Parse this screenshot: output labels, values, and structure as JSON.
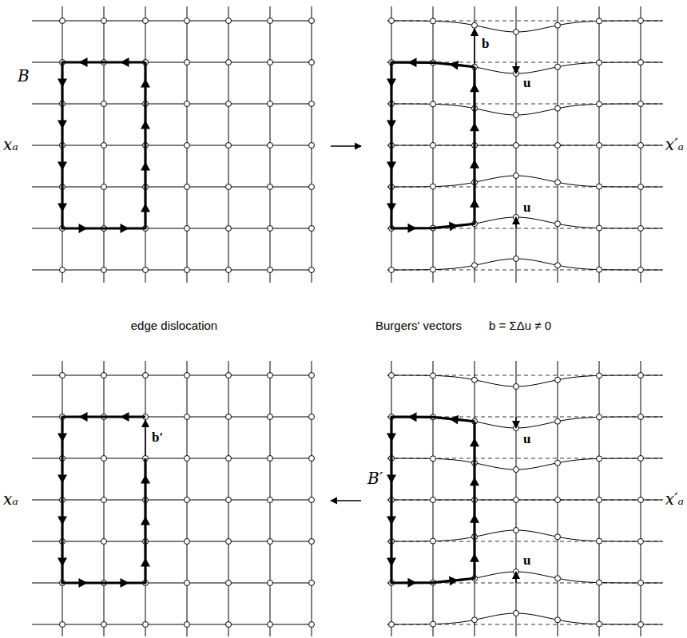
{
  "diagram": {
    "labels": [
      "B",
      "xₐ",
      "x′ₐ",
      "b",
      "u",
      "u",
      "edge dislocation",
      "Burgers' vectors",
      "b = ΣΔu ≠ 0",
      "xₐ",
      "B′",
      "b′",
      "x′ₐ",
      "u",
      "u"
    ]
  }
}
